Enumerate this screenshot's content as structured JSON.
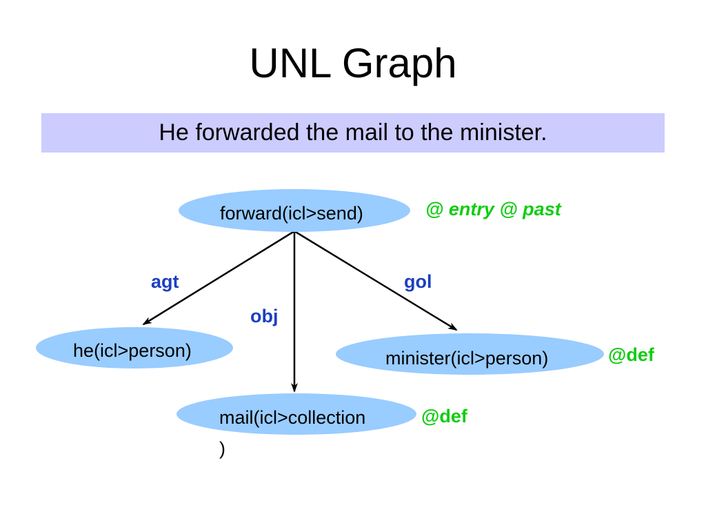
{
  "slide": {
    "title": "UNL Graph",
    "sentence": "He forwarded the mail to the minister."
  },
  "colors": {
    "sentence_box": "#ccccff",
    "node_fill": "#99ccff",
    "edge_label": "#1c3fc1",
    "attribute_label": "#11cc11",
    "edge_line": "#000000"
  },
  "nodes": {
    "forward": {
      "label": "forward(icl>send)",
      "attribute": "@ entry @ past"
    },
    "he": {
      "label": "he(icl>person)"
    },
    "mail": {
      "label_line1": "mail(icl>collection",
      "label_line2": ")",
      "attribute": "@def"
    },
    "minister": {
      "label": "minister(icl>person)",
      "attribute": "@def"
    }
  },
  "edges": {
    "agt": {
      "label": "agt",
      "from": "forward",
      "to": "he"
    },
    "obj": {
      "label": "obj",
      "from": "forward",
      "to": "mail"
    },
    "gol": {
      "label": "gol",
      "from": "forward",
      "to": "minister"
    }
  }
}
